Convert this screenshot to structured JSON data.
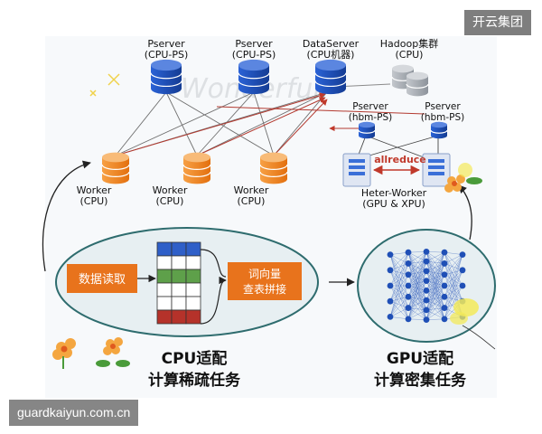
{
  "nodes": {
    "pserver_1": {
      "label": "Pserver",
      "sub": "(CPU-PS)"
    },
    "pserver_2": {
      "label": "Pserver",
      "sub": "(CPU-PS)"
    },
    "dataserver": {
      "label": "DataServer",
      "sub": "(CPU机器)"
    },
    "hadoop": {
      "label": "Hadoop集群",
      "sub": "(CPU)"
    },
    "hbm_ps_1": {
      "label": "Pserver",
      "sub": "(hbm-PS)"
    },
    "hbm_ps_2": {
      "label": "Pserver",
      "sub": "(hbm-PS)"
    },
    "worker_1": {
      "label": "Worker",
      "sub": "(CPU)"
    },
    "worker_2": {
      "label": "Worker",
      "sub": "(CPU)"
    },
    "worker_3": {
      "label": "Worker",
      "sub": "(CPU)"
    },
    "heter_worker": {
      "label": "Heter-Worker",
      "sub": "(GPU & XPU)"
    }
  },
  "allreduce_label": "allreduce",
  "cpu_part": {
    "read_data": "数据读取",
    "word_vec_line1": "词向量",
    "word_vec_line2": "查表拼接",
    "caption_line1": "CPU适配",
    "caption_line2": "计算稀疏任务"
  },
  "gpu_part": {
    "caption_line1": "GPU适配",
    "caption_line2": "计算密集任务"
  },
  "faded_overlay_text": "Wonderful",
  "watermarks": {
    "top_right": "开云集团",
    "bottom_left": "guardkaiyun.com.cn"
  },
  "colors": {
    "cpu_ps_blue": "#1f4fb6",
    "worker_orange": "#f08a1c",
    "hadoop_gray": "#9aa0a8",
    "box_orange": "#e8731c",
    "ellipse_fill": "#e7eff2",
    "ellipse_stroke": "#2e6c6e",
    "link_red": "#c0392b",
    "link_gray": "#777777",
    "net_blue": "#1f4fb6"
  }
}
